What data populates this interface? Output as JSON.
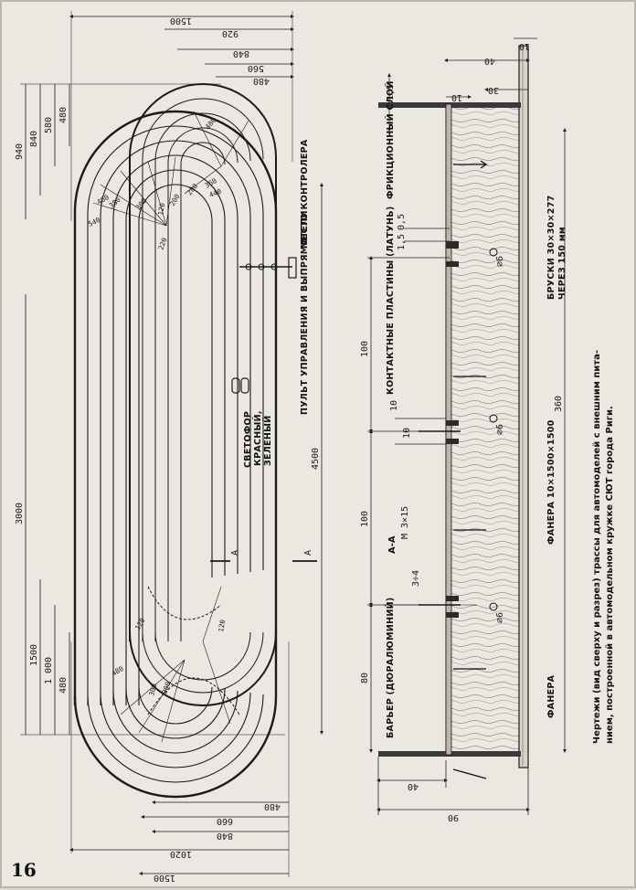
{
  "page_number": "16",
  "caption": {
    "line1": "Чертежи (вид сверху и разрез) трассы для автомоделей с внешним пита-",
    "line2": "нием, построенной в автомодельном кружке СЮТ города Риги."
  },
  "plan": {
    "top_dims": [
      "1500",
      "920",
      "840",
      "560",
      "480"
    ],
    "bottom_dims": [
      "480",
      "660",
      "840",
      "1020",
      "1500"
    ],
    "left_dims": [
      "940",
      "840",
      "580",
      "480",
      "3000",
      "1500",
      "1 000",
      "480"
    ],
    "length_dim": "4500",
    "radii_top": [
      "220",
      "300",
      "380",
      "460",
      "540",
      "120",
      "200",
      "280",
      "360",
      "440",
      "480"
    ],
    "radii_bottom": [
      "120",
      "300",
      "200",
      "120",
      "480"
    ],
    "controller_place": "МЕСТО КОНТРОЛЕРА",
    "control_panel": "ПУЛЬТ УПРАВЛЕНИЯ И ВЫПРЯМИТЕЛИ",
    "traffic_light_lines": [
      "СВЕТОФОР",
      "КРАСНЫЙ,",
      "ЗЕЛЕНЫЙ"
    ],
    "section_mark": "A"
  },
  "section": {
    "title": "А-А",
    "dims_top": [
      "10",
      "40",
      "30",
      "10",
      "1,5"
    ],
    "dims_mid": [
      "0,5",
      "1,5",
      "10",
      "10",
      "100",
      "100",
      "80",
      "360"
    ],
    "dims_bottom": [
      "40",
      "90"
    ],
    "screw_label": "М 3×15",
    "gap_label": "3÷4",
    "friction_layer": "ФРИКЦИОННЫЙ СЛОЙ",
    "contacts": "КОНТАКТНЫЕ ПЛАСТИНЫ (ЛАТУНЬ)",
    "barrier": "БАРЬЕР (ДЮРАЛЮМИНИЙ)",
    "bars": "БРУСКИ 30×30×277",
    "bars_step": "ЧЕРЕЗ 150 мм",
    "plywood_main": "ФАНЕРА 10×1500×1500",
    "plywood": "ФАНЕРА",
    "hole": "⌀6"
  }
}
